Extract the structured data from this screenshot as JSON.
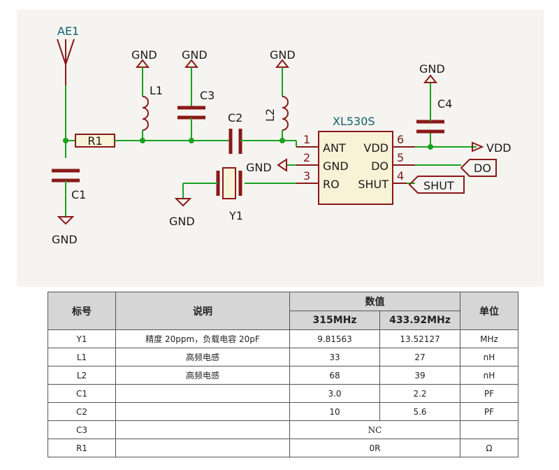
{
  "schematic": {
    "antenna_ref": "AE1",
    "gnd": "GND",
    "r1": "R1",
    "c1": "C1",
    "l1": "L1",
    "c3": "C3",
    "c2": "C2",
    "l2": "L2",
    "c4": "C4",
    "y1": "Y1",
    "ic_ref": "XL530S",
    "vdd": "VDD",
    "do": "DO",
    "shut": "SHUT",
    "pins": [
      {
        "num": "1",
        "name": "ANT"
      },
      {
        "num": "2",
        "name": "GND"
      },
      {
        "num": "3",
        "name": "RO"
      },
      {
        "num": "6",
        "name": "VDD"
      },
      {
        "num": "5",
        "name": "DO"
      },
      {
        "num": "4",
        "name": "SHUT"
      }
    ]
  },
  "table": {
    "headers": {
      "ref": "标号",
      "desc": "说明",
      "value": "数值",
      "f1": "315MHz",
      "f2": "433.92MHz",
      "unit": "单位"
    },
    "rows": [
      {
        "ref": "Y1",
        "desc": "精度 20ppm，负载电容 20pF",
        "v1": "9.81563",
        "v2": "13.52127",
        "unit": "MHz"
      },
      {
        "ref": "L1",
        "desc": "高频电感",
        "v1": "33",
        "v2": "27",
        "unit": "nH"
      },
      {
        "ref": "L2",
        "desc": "高频电感",
        "v1": "68",
        "v2": "39",
        "unit": "nH"
      },
      {
        "ref": "C1",
        "desc": "",
        "v1": "3.0",
        "v2": "2.2",
        "unit": "PF"
      },
      {
        "ref": "C2",
        "desc": "",
        "v1": "10",
        "v2": "5.6",
        "unit": "PF"
      },
      {
        "ref": "C3",
        "desc": "",
        "merged": "NC",
        "unit": ""
      },
      {
        "ref": "R1",
        "desc": "",
        "merged": "0R",
        "unit": "Ω"
      }
    ]
  }
}
